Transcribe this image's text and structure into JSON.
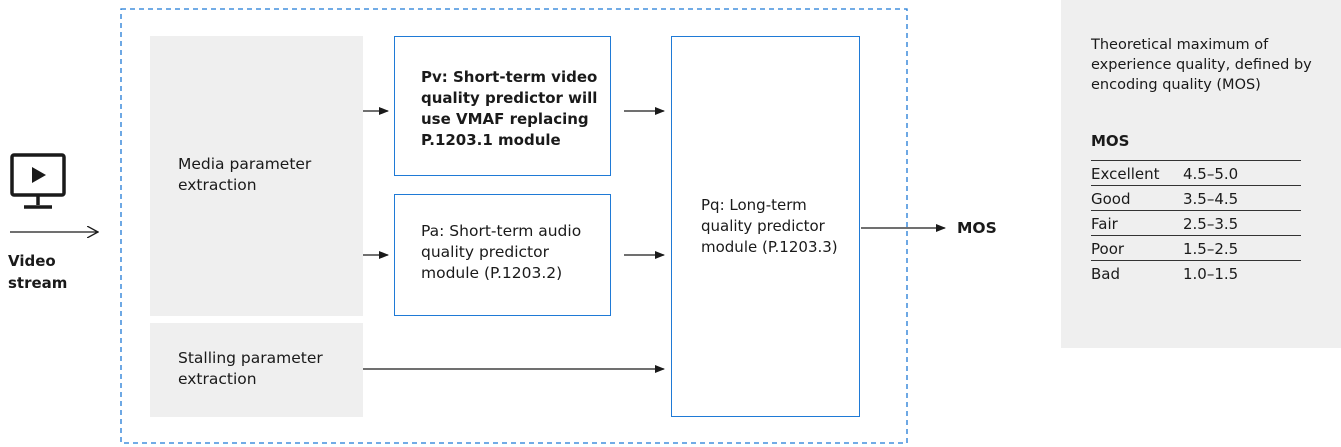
{
  "input": {
    "label": "Video stream",
    "icon": "monitor-play-icon"
  },
  "extraction": {
    "media": "Media parameter extraction",
    "stalling": "Stalling parameter extraction"
  },
  "modules": {
    "pv": "Pv: Short-term video quality predictor will use VMAF replacing P.1203.1 module",
    "pa": "Pa: Short-term audio quality predictor module (P.1203.2)",
    "pq": "Pq: Long-term quality predictor module (P.1203.3)"
  },
  "output": {
    "label": "MOS"
  },
  "legend": {
    "description": "Theoretical maximum of experience quality, defined by encoding quality (MOS)",
    "table_title": "MOS",
    "rows": [
      {
        "rating": "Excellent",
        "range": "4.5–5.0"
      },
      {
        "rating": "Good",
        "range": "3.5–4.5"
      },
      {
        "rating": "Fair",
        "range": "2.5–3.5"
      },
      {
        "rating": "Poor",
        "range": "1.5–2.5"
      },
      {
        "rating": "Bad",
        "range": "1.0–1.5"
      }
    ]
  },
  "colors": {
    "accent": "#1f7ad6",
    "panel": "#efefef",
    "line": "#1a1a1a"
  }
}
